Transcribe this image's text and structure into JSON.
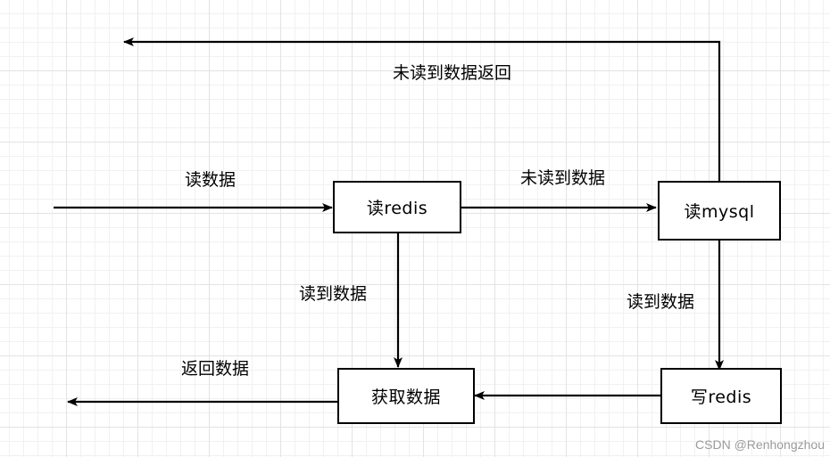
{
  "nodes": {
    "read_redis": "读redis",
    "read_mysql": "读mysql",
    "get_data": "获取数据",
    "write_redis": "写redis"
  },
  "edges": {
    "read_data": "读数据",
    "redis_miss": "未读到数据",
    "redis_hit": "读到数据",
    "mysql_hit": "读到数据",
    "mysql_miss_return": "未读到数据返回",
    "return_data": "返回数据"
  },
  "watermark": "CSDN @Renhongzhou"
}
